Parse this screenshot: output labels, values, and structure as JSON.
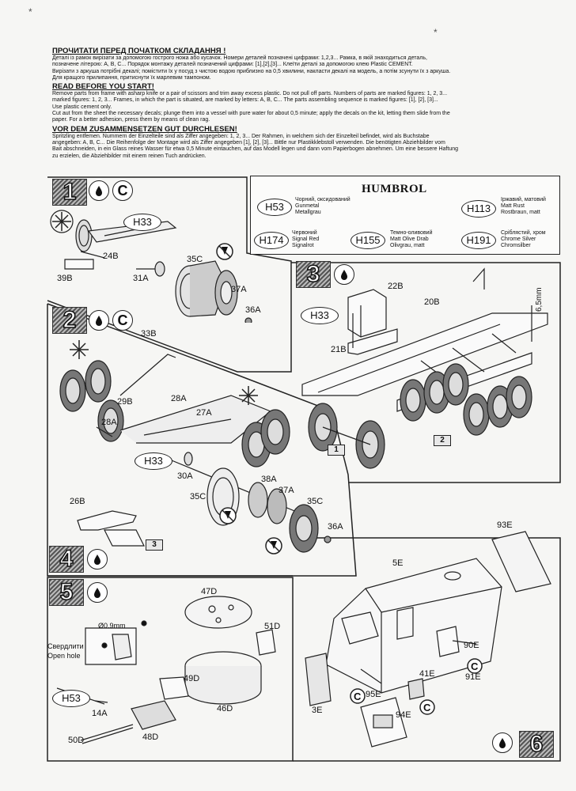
{
  "marks": {
    "top_left": "*",
    "top_mid": "*"
  },
  "instructions": {
    "ua_heading": "ПРОЧИТАТИ ПЕРЕД ПОЧАТКОМ СКЛАДАННЯ !",
    "ua_text_1": "Деталі із рамок вирізати за допомогою гострого ножа або кусачок. Номери деталей позначені цифрами: 1,2,3...  Рамка, в якій знаходиться деталь,",
    "ua_text_2": "позначене літерою: А, В, С... Порядок монтажу деталей позначений цифрами: [1],[2],[3]...  Клеїти деталі за допомогою клею Plastic CEMENT.",
    "ua_text_3": "Вирізати з аркуша потрібні декалі; помістити їх у посуд з чистою водою приблизно на 0,5 хвилини, накласти декалі на модель, а потім зсунути їх з аркуша.",
    "ua_text_4": "Для кращого прилипання, притиснути їх  марлевим тампоном.",
    "en_heading": "READ BEFORE YOU START!",
    "en_text_1": "Remove parts from frame with asharp knife or a pair of scissors and trim  away excess plastic. Do not pull off parts. Numbers of parts are marked figures: 1, 2, 3...",
    "en_text_2": "marked figures: 1, 2, 3...    Frames, in which the part is situated, are marked by letters:  A, B, C...  The parts assembling sequence is marked figures: [1], [2], [3]...",
    "en_text_3": "Use plastic cement only.",
    "en_text_4": "Cut aut from the sheet the necessary decals; plunge them into a vessel with  pure water for about 0,5 minute; apply  the decals on the kit, letting them slide from the",
    "en_text_5": "paper. For a better adhesion,  press them by means of clean rag.",
    "de_heading": "VOR DEM ZUSAMMENSETZEN GUT DURCHLESEN!",
    "de_text_1": "Spritzling entfemen. Nummern der Einzelteile sind als Ziffer angegeben: 1, 2, 3...    Der  Rahmen, in welchem sich der Einzelteil befindet,  wird als Buchstabe",
    "de_text_2": "angegeben: A, B, C...  Die  Reihenfolge der  Montage wird als  Ziffer angegeben [1], [2], [3]...  Bittle nur Plastikklebstoll verwenden. Die benötigten Abziehbilder vom",
    "de_text_3": "Bait abschneiden, in ein Glass reines Wasser für etwa 0,5 Minute eintauchen, auf das Modell legen und dann vom Papierbogen abnehmen.  Um eine bessere Haftung",
    "de_text_4": "zu erzielen, die Abziehbilder mit einem reinen  Tuch andrücken."
  },
  "steps": {
    "s1": "1",
    "s2": "2",
    "s3": "3",
    "s4": "4",
    "s5": "5",
    "s6": "6"
  },
  "humbrol": {
    "title": "HUMBROL",
    "colors": [
      {
        "code": "H53",
        "ua": "Чорний, оксидований",
        "en": "Gunmetal",
        "de": "Metallgrau"
      },
      {
        "code": "H174",
        "ua": "Червоний",
        "en": "Signal Red",
        "de": "Signalrot"
      },
      {
        "code": "H155",
        "ua": "Темно-оливовий",
        "en": "Matt Olive Drab",
        "de": "Olivgrau, matt"
      },
      {
        "code": "H113",
        "ua": "Іржавий, матовий",
        "en": "Matt Rust",
        "de": "Rostbraun, matt"
      },
      {
        "code": "H191",
        "ua": "Сріблястий, хром",
        "en": "Chrome Silver",
        "de": "Chromsilber"
      }
    ]
  },
  "labels": {
    "h33_s1": "H33",
    "p24B": "24B",
    "p39B": "39B",
    "p31A": "31A",
    "p35C_s1": "35C",
    "p37A_s1": "37A",
    "p36A_s1": "36A",
    "p33B": "33B",
    "p29B": "29B",
    "p28A_a": "28A",
    "p28A_b": "28A",
    "p27A": "27A",
    "h33_s2": "H33",
    "p30A": "30A",
    "p38A": "38A",
    "p37A_s2": "37A",
    "p35C_s2a": "35C",
    "p35C_s2b": "35C",
    "p36A_s2": "36A",
    "p26B": "26B",
    "p22B": "22B",
    "p20B": "20B",
    "h33_s3": "H33",
    "p21B": "21B",
    "dim": "6,5mm",
    "p47D": "47D",
    "p51D": "51D",
    "drill_dia": "Ø0.9mm",
    "drill_ua": "Свердлити",
    "drill_en": "Open hole",
    "p49D": "49D",
    "h53_s5": "H53",
    "p14A": "14A",
    "p46D": "46D",
    "p50D": "50D",
    "p48D": "48D",
    "p93E": "93E",
    "p5E": "5E",
    "p90E": "90E",
    "p91E": "91E",
    "p41E": "41E",
    "p95E": "95E",
    "p3E": "3E",
    "p94E": "94E",
    "call1": "1",
    "call2": "2",
    "call3": "3"
  }
}
